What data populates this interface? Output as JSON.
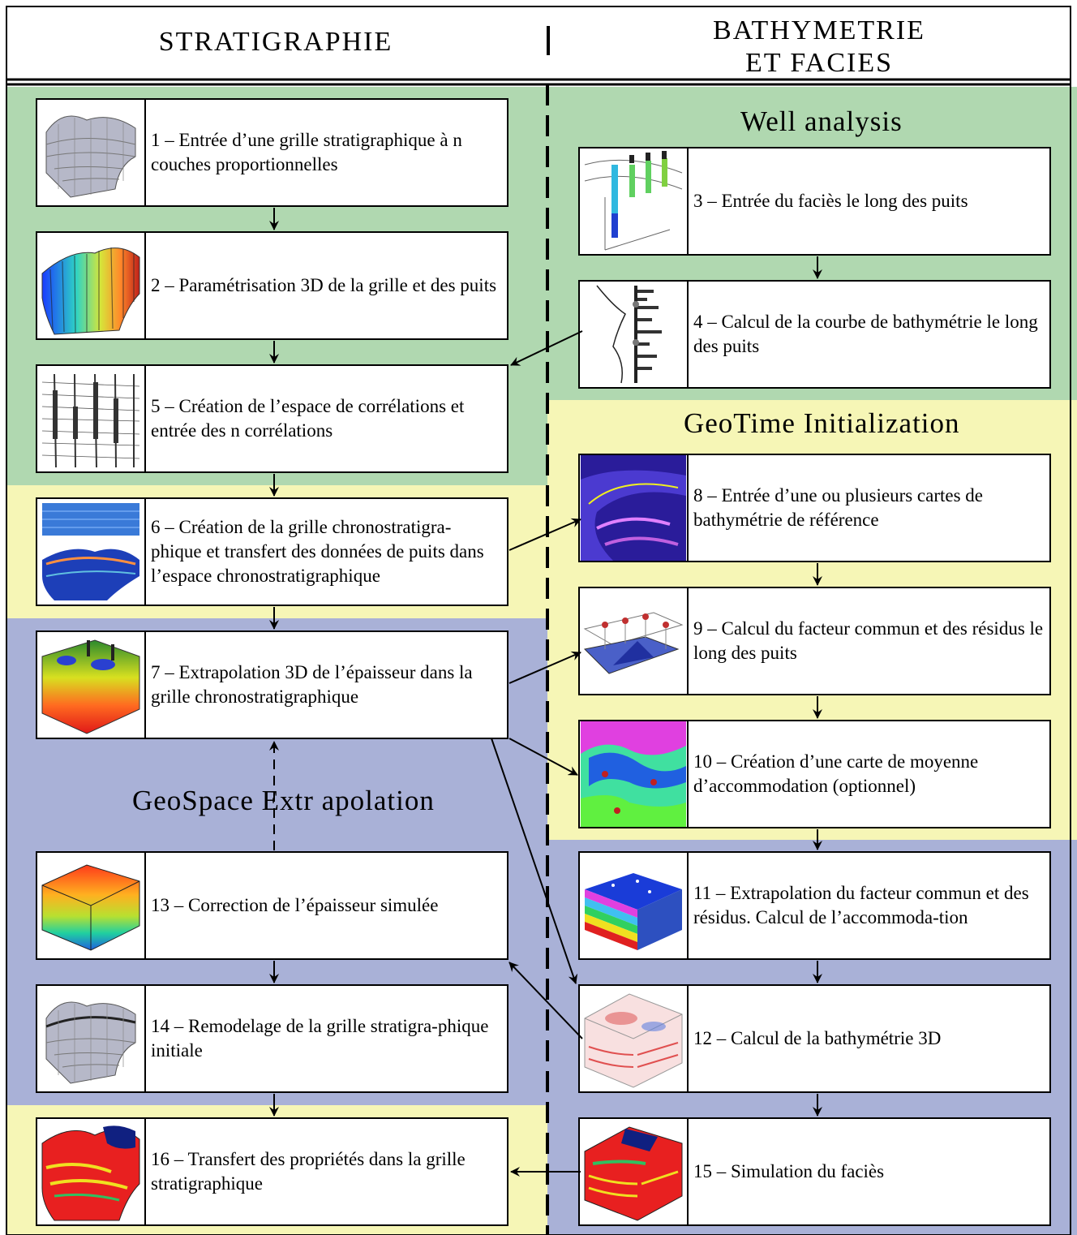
{
  "header": {
    "left_title": "STRATIGRAPHIE",
    "right_title_line1": "BATHYMETRIE",
    "right_title_line2": "ET FACIES"
  },
  "regions": {
    "well_analysis": "Well analysis",
    "geotime": "GeoTime Initialization",
    "geospace": "GeoSpace Extr apolation"
  },
  "steps": {
    "s1": "1 – Entrée d’une grille stratigraphique à n couches proportionnelles",
    "s2": "2 – Paramétrisation 3D de la grille et des puits",
    "s3": "3 – Entrée du faciès le long des puits",
    "s4": "4 – Calcul de la courbe de bathymétrie le long des puits",
    "s5": "5 – Création de l’espace de corrélations et entrée des n corrélations",
    "s6": "6 – Création de la grille chronostratigra-phique et transfert des données de puits dans l’espace chronostratigraphique",
    "s7": "7 – Extrapolation 3D de l’épaisseur dans la grille chronostratigraphique",
    "s8": "8 – Entrée d’une ou plusieurs cartes de bathymétrie de référence",
    "s9": "9 – Calcul du facteur commun et des résidus le long des puits",
    "s10": "10 – Création d’une carte de moyenne d’accommodation (optionnel)",
    "s11": "11 – Extrapolation du facteur commun et des résidus. Calcul de l’accommoda-tion",
    "s12": "12 – Calcul de la bathymétrie 3D",
    "s13": "13 – Correction de l’épaisseur simulée",
    "s14": "14 – Remodelage de la grille stratigra-phique initiale",
    "s15": "15 – Simulation du faciès",
    "s16": "16 – Transfert des propriétés dans la grille stratigraphique"
  },
  "colors": {
    "green": "#b0d8b0",
    "yellow": "#f6f6b6",
    "blue": "#a9b1d7"
  }
}
